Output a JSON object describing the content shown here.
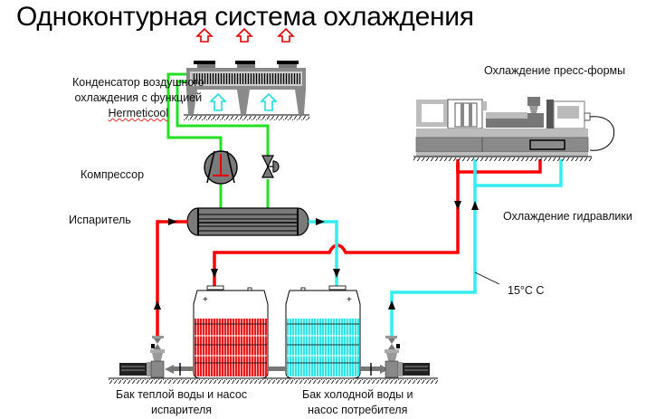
{
  "title": "Одноконтурная  система охлаждения",
  "labels": {
    "condenser": [
      "Конденсатор воздушного",
      "охлаждения с функцией",
      "Hermeticool"
    ],
    "compressor": "Компрессор",
    "evaporator": "Испаритель",
    "mold_cooling": "Охлаждение пресс-формы",
    "hydraulics_cooling": "Охлаждение гидравлики",
    "temperature": "15°C  С",
    "warm_tank": [
      "Бак теплой  воды и насос",
      "испарителя"
    ],
    "cold_tank": [
      "Бак холодной воды и",
      "насос потребителя"
    ]
  },
  "colors": {
    "refrigerant_line": "#22e022",
    "warm_water_line": "#ff0000",
    "cold_water_line": "#33eeee",
    "equipment_gray": "#8c8c8c",
    "hot_air_arrow": "#e00000",
    "cold_air_arrow": "#22dddd"
  }
}
